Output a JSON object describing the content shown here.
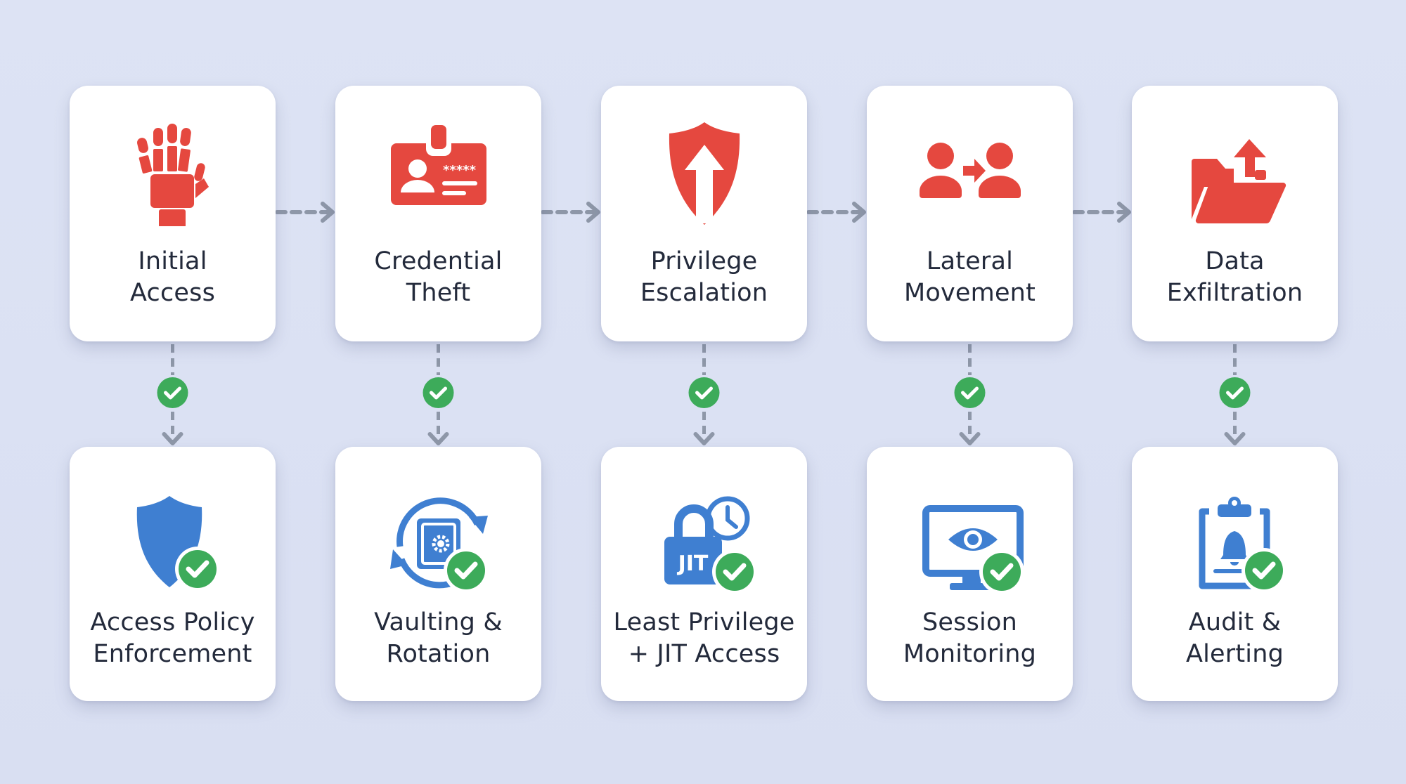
{
  "diagram": {
    "attack_chain": [
      {
        "id": "initial-access",
        "lines": [
          "Initial",
          "Access"
        ],
        "icon": "raised-hand-icon"
      },
      {
        "id": "credential-theft",
        "lines": [
          "Credential",
          "Theft"
        ],
        "icon": "id-badge-password-icon"
      },
      {
        "id": "privilege-escalation",
        "lines": [
          "Privilege",
          "Escalation"
        ],
        "icon": "shield-up-arrow-icon"
      },
      {
        "id": "lateral-movement",
        "lines": [
          "Lateral",
          "Movement"
        ],
        "icon": "user-to-user-icon"
      },
      {
        "id": "data-exfiltration",
        "lines": [
          "Data",
          "Exfiltration"
        ],
        "icon": "folder-upload-icon"
      }
    ],
    "controls": [
      {
        "id": "access-policy-enforcement",
        "lines": [
          "Access Policy",
          "Enforcement"
        ],
        "icon": "shield-check-icon"
      },
      {
        "id": "vaulting-rotation",
        "lines": [
          "Vaulting &",
          "Rotation"
        ],
        "icon": "vault-rotate-icon"
      },
      {
        "id": "least-privilege-jit",
        "lines": [
          "Least Privilege",
          "+ JIT Access"
        ],
        "icon": "jit-lock-clock-icon",
        "icon_text": "JIT"
      },
      {
        "id": "session-monitoring",
        "lines": [
          "Session",
          "Monitoring"
        ],
        "icon": "monitor-eye-icon"
      },
      {
        "id": "audit-alerting",
        "lines": [
          "Audit &",
          "Alerting"
        ],
        "icon": "clipboard-bell-icon"
      }
    ],
    "threat_icons_stars": "*****",
    "colors": {
      "threat": "#e5483f",
      "control": "#3f7fd1",
      "check": "#3dab5a",
      "connector": "#8e97a8",
      "text": "#232a3b",
      "background": "#dce2f3",
      "card": "#ffffff"
    }
  }
}
